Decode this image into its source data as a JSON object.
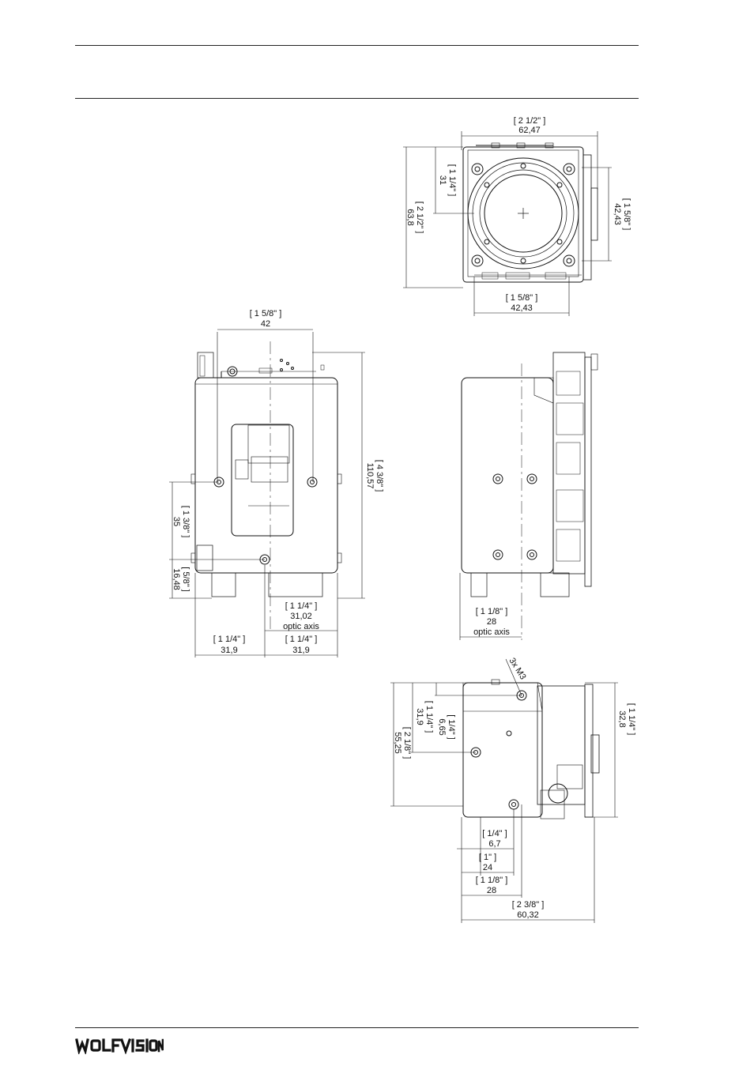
{
  "header": {
    "title": ""
  },
  "footer": {
    "logo_text": "WOLFVISION"
  },
  "views": {
    "front": {
      "top_width_in": "[ 2 1/2\" ]",
      "top_width_mm": "62,47",
      "left_upper_in": "[ 1 1/4\" ]",
      "left_upper_mm": "31",
      "left_height_in": "[ 2 1/2\" ]",
      "left_height_mm": "63,8",
      "right_in": "[ 1 5/8\" ]",
      "right_mm": "42,43",
      "bottom_in": "[ 1 5/8\" ]",
      "bottom_mm": "42,43"
    },
    "bottom": {
      "top_in": "[ 1 5/8\" ]",
      "top_mm": "42",
      "right_in": "[ 4 3/8\" ]",
      "right_mm": "110,57",
      "left_upper_in": "[ 1 3/8\" ]",
      "left_upper_mm": "35",
      "left_lower_in": "[ 5/8\" ]",
      "left_lower_mm": "16,48",
      "optic_in": "[ 1 1/4\" ]",
      "optic_mm": "31,02",
      "optic_label": "optic axis",
      "bottom_left_in": "[ 1 1/4\" ]",
      "bottom_left_mm": "31,9",
      "bottom_right_in": "[ 1 1/4\" ]",
      "bottom_right_mm": "31,9"
    },
    "side": {
      "bottom_in": "[ 1 1/8\" ]",
      "bottom_mm": "28",
      "bottom_label": "optic axis"
    },
    "lower_side": {
      "note": "3x M3",
      "right_in": "[ 1 1/4\" ]",
      "right_mm": "32,8",
      "left_a_in": "[ 2 1/8\" ]",
      "left_a_mm": "55,25",
      "left_b_in": "[ 1 1/4\" ]",
      "left_b_mm": "31,9",
      "left_c_in": "[ 1/4\" ]",
      "left_c_mm": "6,65",
      "dim1_in": "[ 1/4\" ]",
      "dim1_mm": "6,7",
      "dim2_in": "[ 1\" ]",
      "dim2_mm": "24",
      "dim3_in": "[ 1 1/8\" ]",
      "dim3_mm": "28",
      "dim4_in": "[ 2 3/8\" ]",
      "dim4_mm": "60,32"
    }
  }
}
